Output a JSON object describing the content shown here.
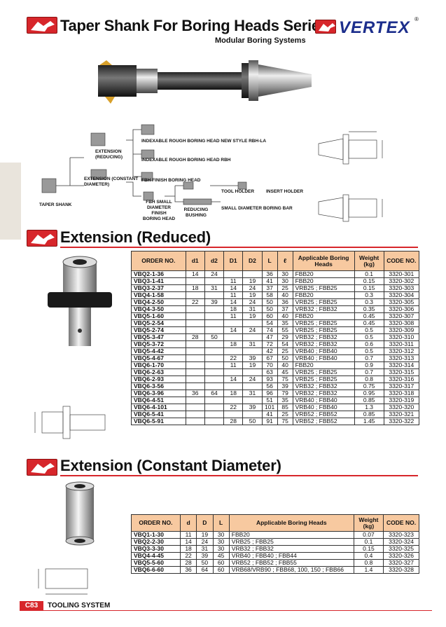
{
  "header": {
    "title": "Taper Shank For Boring Heads Series",
    "brand": "VERTEX",
    "brand_mark": "®",
    "subtitle": "Modular Boring Systems"
  },
  "diagram": {
    "labels": {
      "extension_reduced": "EXTENSION (REDUCING)",
      "extension_constant": "EXTENSION (CONSTANT DIAMETER)",
      "taper_shank": "TAPER SHANK",
      "rbh_la": "INDEXABLE ROUGH BORING HEAD NEW STYLE RBH-LA",
      "rbh": "INDEXABLE ROUGH BORING HEAD RBH",
      "fbh": "FBH FINISH BORING HEAD",
      "fbh_small": "FBH SMALL DIAMETER FINISH BORING HEAD",
      "reducing_bushing": "REDUCING BUSHING",
      "tool_holder": "TOOL HOLDER",
      "insert_holder": "INSERT HOLDER",
      "small_bar": "SMALL DIAMETER BORING BAR"
    }
  },
  "section_reduced": {
    "title": "Extension (Reduced)",
    "headers": [
      "ORDER NO.",
      "d1",
      "d2",
      "D1",
      "D2",
      "L",
      "ℓ",
      "Applicable Boring Heads",
      "Weight (kg)",
      "CODE NO."
    ],
    "rows": [
      [
        "VBQ2-1-36",
        "14",
        "24",
        "",
        "",
        "36",
        "30",
        "FBB20",
        "0.1",
        "3320-301"
      ],
      [
        "VBQ3-1-41",
        "",
        "",
        "11",
        "19",
        "41",
        "30",
        "FBB20",
        "0.15",
        "3320-302"
      ],
      [
        "VBQ3-2-37",
        "18",
        "31",
        "14",
        "24",
        "37",
        "25",
        "VRB25 ; FBB25",
        "0.15",
        "3320-303"
      ],
      [
        "VBQ4-1-58",
        "",
        "",
        "11",
        "19",
        "58",
        "40",
        "FBB20",
        "0.3",
        "3320-304"
      ],
      [
        "VBQ4-2-50",
        "22",
        "39",
        "14",
        "24",
        "50",
        "36",
        "VRB25 ; FBB25",
        "0.3",
        "3320-305"
      ],
      [
        "VBQ4-3-50",
        "",
        "",
        "18",
        "31",
        "50",
        "37",
        "VRB32 ; FBB32",
        "0.35",
        "3320-306"
      ],
      [
        "VBQ5-1-60",
        "",
        "",
        "11",
        "19",
        "60",
        "40",
        "FBB20",
        "0.45",
        "3320-307"
      ],
      [
        "VBQ5-2-54",
        "",
        "",
        "",
        "",
        "54",
        "35",
        "VRB25 ; FBB25",
        "0.45",
        "3320-308"
      ],
      [
        "VBQ5-2-74",
        "",
        "",
        "14",
        "24",
        "74",
        "55",
        "VRB25 ; FBB25",
        "0.5",
        "3320-309"
      ],
      [
        "VBQ5-3-47",
        "28",
        "50",
        "",
        "",
        "47",
        "29",
        "VRB32 ; FBB32",
        "0.5",
        "3320-310"
      ],
      [
        "VBQ5-3-72",
        "",
        "",
        "18",
        "31",
        "72",
        "54",
        "VRB32 ; FBB32",
        "0.6",
        "3320-311"
      ],
      [
        "VBQ5-4-42",
        "",
        "",
        "",
        "",
        "42",
        "25",
        "VRB40 ; FBB40",
        "0.5",
        "3320-312"
      ],
      [
        "VBQ5-4-67",
        "",
        "",
        "22",
        "39",
        "67",
        "50",
        "VRB40 ; FBB40",
        "0.7",
        "3320-313"
      ],
      [
        "VBQ6-1-70",
        "",
        "",
        "11",
        "19",
        "70",
        "40",
        "FBB20",
        "0.9",
        "3320-314"
      ],
      [
        "VBQ6-2-63",
        "",
        "",
        "",
        "",
        "63",
        "45",
        "VRB25 ; FBB25",
        "0.7",
        "3320-315"
      ],
      [
        "VBQ6-2-93",
        "",
        "",
        "14",
        "24",
        "93",
        "75",
        "VRB25 ; FBB25",
        "0.8",
        "3320-316"
      ],
      [
        "VBQ6-3-56",
        "",
        "",
        "",
        "",
        "56",
        "39",
        "VRB32 ; FBB32",
        "0.75",
        "3320-317"
      ],
      [
        "VBQ6-3-96",
        "36",
        "64",
        "18",
        "31",
        "96",
        "79",
        "VRB32 ; FBB32",
        "0.95",
        "3320-318"
      ],
      [
        "VBQ6-4-51",
        "",
        "",
        "",
        "",
        "51",
        "35",
        "VRB40 ; FBB40",
        "0.85",
        "3320-319"
      ],
      [
        "VBQ6-4-101",
        "",
        "",
        "22",
        "39",
        "101",
        "85",
        "VRB40 ; FBB40",
        "1.3",
        "3320-320"
      ],
      [
        "VBQ6-5-41",
        "",
        "",
        "",
        "",
        "41",
        "25",
        "VRB52 ; FBB52",
        "0.85",
        "3320-321"
      ],
      [
        "VBQ6-5-91",
        "",
        "",
        "28",
        "50",
        "91",
        "75",
        "VRB52 ; FBB52",
        "1.45",
        "3320-322"
      ]
    ]
  },
  "section_constant": {
    "title": "Extension (Constant Diameter)",
    "headers": [
      "ORDER NO.",
      "d",
      "D",
      "L",
      "Applicable Boring Heads",
      "Weight (kg)",
      "CODE NO."
    ],
    "rows": [
      [
        "VBQ1-1-30",
        "11",
        "19",
        "30",
        "FBB20",
        "0.07",
        "3320-323"
      ],
      [
        "VBQ2-2-30",
        "14",
        "24",
        "30",
        "VRB25 ; FBB25",
        "0.1",
        "3320-324"
      ],
      [
        "VBQ3-3-30",
        "18",
        "31",
        "30",
        "VRB32 ; FBB32",
        "0.15",
        "3320-325"
      ],
      [
        "VBQ4-4-45",
        "22",
        "39",
        "45",
        "VRB40 ; FBB40 ; FBB44",
        "0.4",
        "3320-326"
      ],
      [
        "VBQ5-5-60",
        "28",
        "50",
        "60",
        "VRB52 ; FBB52 ; FBB55",
        "0.8",
        "3320-327"
      ],
      [
        "VBQ6-6-60",
        "36",
        "64",
        "60",
        "VRB68/VRB90 ; FBB68, 100, 150 ; FBB66",
        "1.4",
        "3320-328"
      ]
    ]
  },
  "footer": {
    "page": "C83",
    "label": "TOOLING SYSTEM"
  }
}
